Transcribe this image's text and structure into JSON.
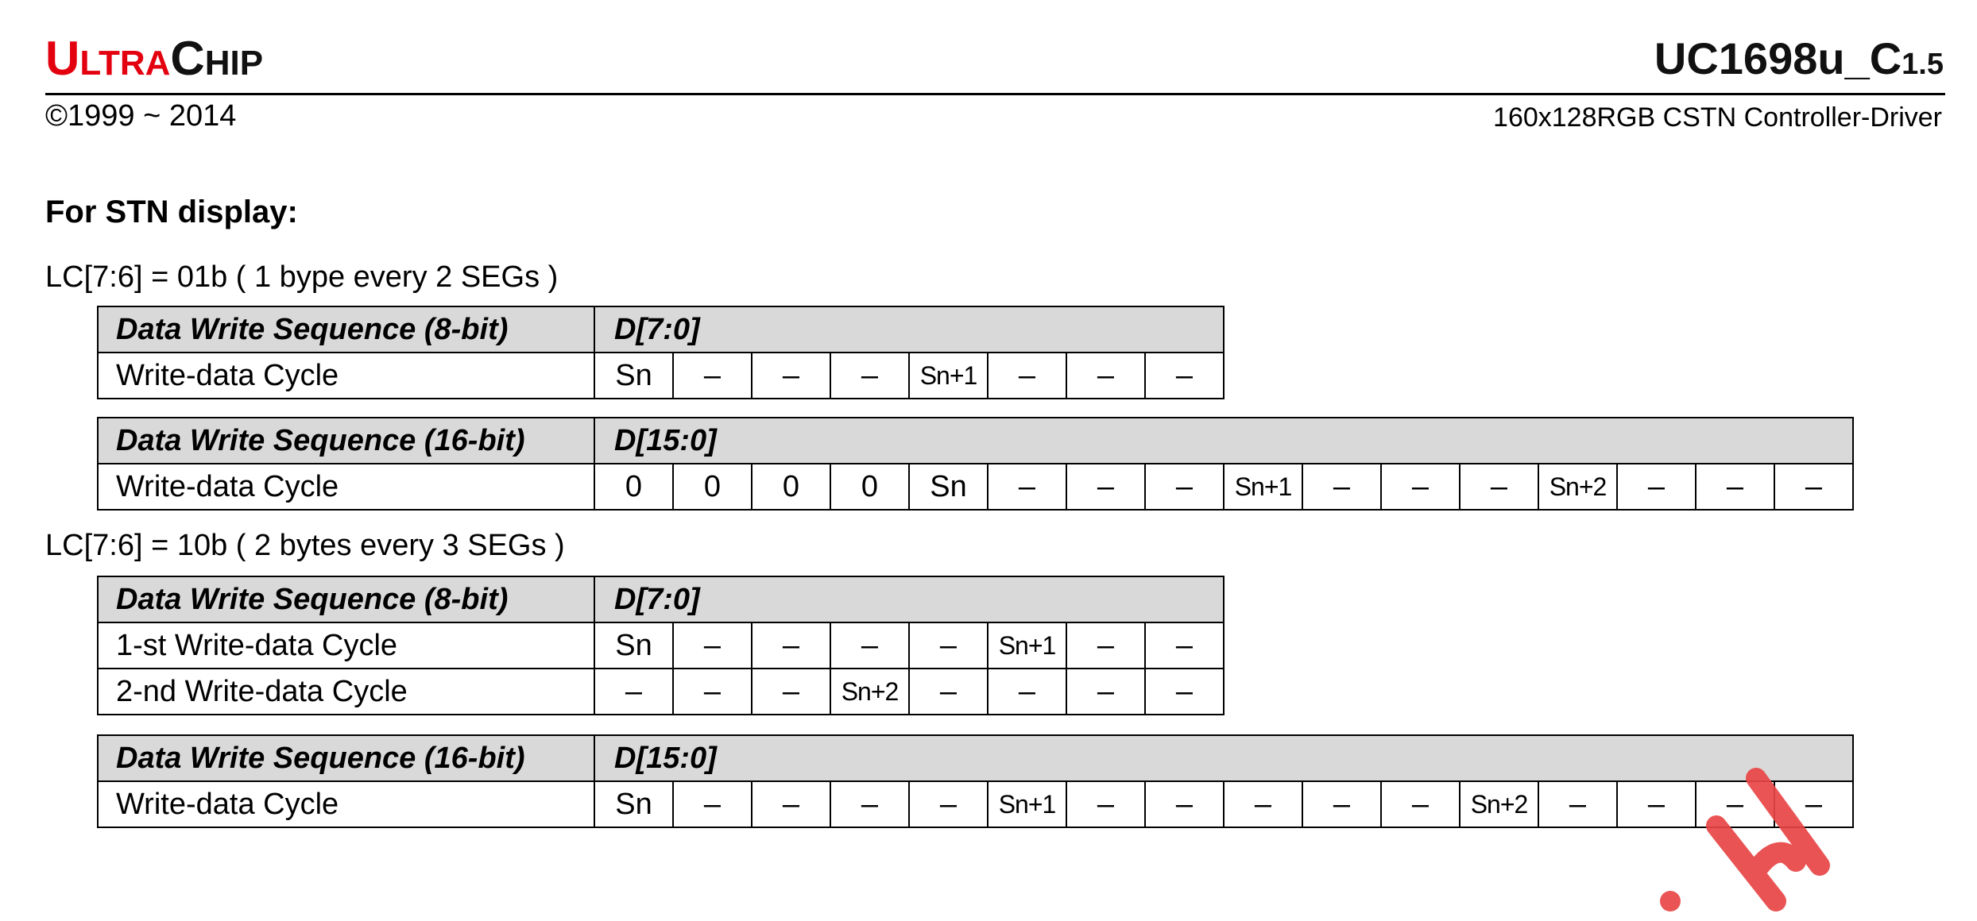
{
  "header": {
    "logo_parts": [
      "U",
      "LTRA",
      "C",
      "HIP"
    ],
    "doc_title_main": "UC1698u_C",
    "doc_title_version": "1.5",
    "copyright": "©1999 ~ 2014",
    "subtitle": "160x128RGB CSTN Controller-Driver",
    "accent_color": "#e3000f"
  },
  "section_title": "For STN display:",
  "groups": [
    {
      "label": "LC[7:6] = 01b  ( 1 bype every 2 SEGs )",
      "tables": [
        {
          "header_name": "Data Write Sequence (8-bit)",
          "header_bits": "D[7:0]",
          "rows": [
            {
              "name": "Write-data Cycle",
              "cells": [
                "Sn",
                "–",
                "–",
                "–",
                "Sn+1",
                "–",
                "–",
                "–"
              ]
            }
          ]
        },
        {
          "header_name": "Data Write Sequence (16-bit)",
          "header_bits": "D[15:0]",
          "rows": [
            {
              "name": "Write-data Cycle",
              "cells": [
                "0",
                "0",
                "0",
                "0",
                "Sn",
                "–",
                "–",
                "–",
                "Sn+1",
                "–",
                "–",
                "–",
                "Sn+2",
                "–",
                "–",
                "–"
              ]
            }
          ]
        }
      ]
    },
    {
      "label": "LC[7:6] = 10b  ( 2 bytes every 3 SEGs )",
      "tables": [
        {
          "header_name": "Data Write Sequence (8-bit)",
          "header_bits": "D[7:0]",
          "rows": [
            {
              "name": "1-st Write-data Cycle",
              "cells": [
                "Sn",
                "–",
                "–",
                "–",
                "–",
                "Sn+1",
                "–",
                "–"
              ]
            },
            {
              "name": "2-nd Write-data Cycle",
              "cells": [
                "–",
                "–",
                "–",
                "Sn+2",
                "–",
                "–",
                "–",
                "–"
              ]
            }
          ]
        },
        {
          "header_name": "Data Write Sequence (16-bit)",
          "header_bits": "D[15:0]",
          "rows": [
            {
              "name": "Write-data Cycle",
              "cells": [
                "Sn",
                "–",
                "–",
                "–",
                "–",
                "Sn+1",
                "–",
                "–",
                "–",
                "–",
                "–",
                "Sn+2",
                "–",
                "–",
                "–",
                "–"
              ]
            }
          ]
        }
      ]
    }
  ]
}
